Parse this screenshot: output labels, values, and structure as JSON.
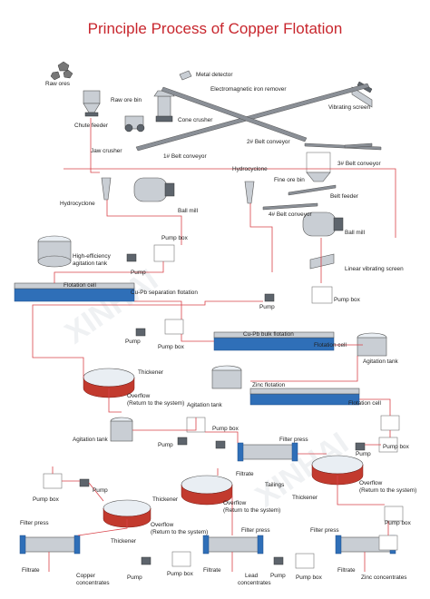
{
  "title": "Principle Process of Copper  Flotation",
  "labels": {
    "raw_ores": "Raw ores",
    "raw_ore_bin": "Raw ore bin",
    "metal_detector": "Metal detector",
    "em_iron_remover": "Electromagnetic iron remover",
    "vibrating_screen": "Vibrating screen",
    "chute_feeder": "Chute feeder",
    "cone_crusher": "Cone crusher",
    "jaw_crusher": "Jaw crusher",
    "belt1": "1# Belt conveyor",
    "belt2": "2# Belt conveyor",
    "belt3": "3# Belt conveyor",
    "hydrocyclone_left": "Hydrocyclone",
    "hydrocyclone_right": "Hydrocyclone",
    "fine_ore_bin": "Fine ore bin",
    "belt_feeder": "Belt feeder",
    "belt4": "4# Belt conveyor",
    "ball_mill_left": "Ball mill",
    "ball_mill_right": "Ball mill",
    "pump_box_1": "Pump box",
    "agitation_tank_he_1": "High-efficiency",
    "agitation_tank_he_2": "agitation tank",
    "pump_1": "Pump",
    "linear_vibrating_screen": "Linear vibrating screen",
    "flotation_cell_1": "Flotation cell",
    "cu_pb_separation": "Cu-Pb separation flotation",
    "pump_2": "Pump",
    "pump_box_2": "Pump box",
    "pump_3": "Pump",
    "pump_box_3": "Pump box",
    "cu_pb_bulk": "Cu-Pb bulk flotation",
    "flotation_cell_2": "Flotation cell",
    "agitation_tank_1": "Agitation tank",
    "thickener_1": "Thickener",
    "overflow_1a": "Overflow",
    "overflow_1b": "(Return to the system)",
    "zinc_flotation": "Zinc flotation",
    "agitation_tank_2": "Agitation tank",
    "flotation_cell_3": "Flotation cell",
    "pump_box_4": "Pump box",
    "agitation_tank_3": "Agitation tank",
    "pump_4": "Pump",
    "filter_press_1": "Filter press",
    "pump_box_5": "Pump box",
    "pump_5": "Pump",
    "filtrate_1": "Filtrate",
    "tailings": "Tailings",
    "thickener_2": "Thickener",
    "overflow_2a": "Overflow",
    "overflow_2b": "(Return to the system)",
    "pump_box_6": "Pump box",
    "pump_6": "Pump",
    "thickener_3": "Thickener",
    "overflow_3a": "Overflow",
    "overflow_3b": "(Return to the system)",
    "pump_box_7": "Pump box",
    "filter_press_2": "Filter press",
    "filter_press_3": "Filter press",
    "thickener_4": "Thickener",
    "overflow_4a": "Overflow",
    "overflow_4b": "(Return to the system)",
    "filter_press_4": "Filter press",
    "filtrate_2": "Filtrate",
    "pump_7": "Pump",
    "pump_box_8": "Pump box",
    "filtrate_3": "Filtrate",
    "pump_8": "Pump",
    "pump_box_9": "Pump box",
    "filtrate_4": "Filtrate",
    "copper_conc_1": "Copper",
    "copper_conc_2": "concentrates",
    "lead_conc_1": "Lead",
    "lead_conc_2": "concentrates",
    "zinc_conc": "Zinc concentrates"
  },
  "colors": {
    "title": "#c8262d",
    "flow_line": "#d9434a",
    "tank_wall": "#c23a2e",
    "equipment_blue": "#2f6fb8"
  }
}
